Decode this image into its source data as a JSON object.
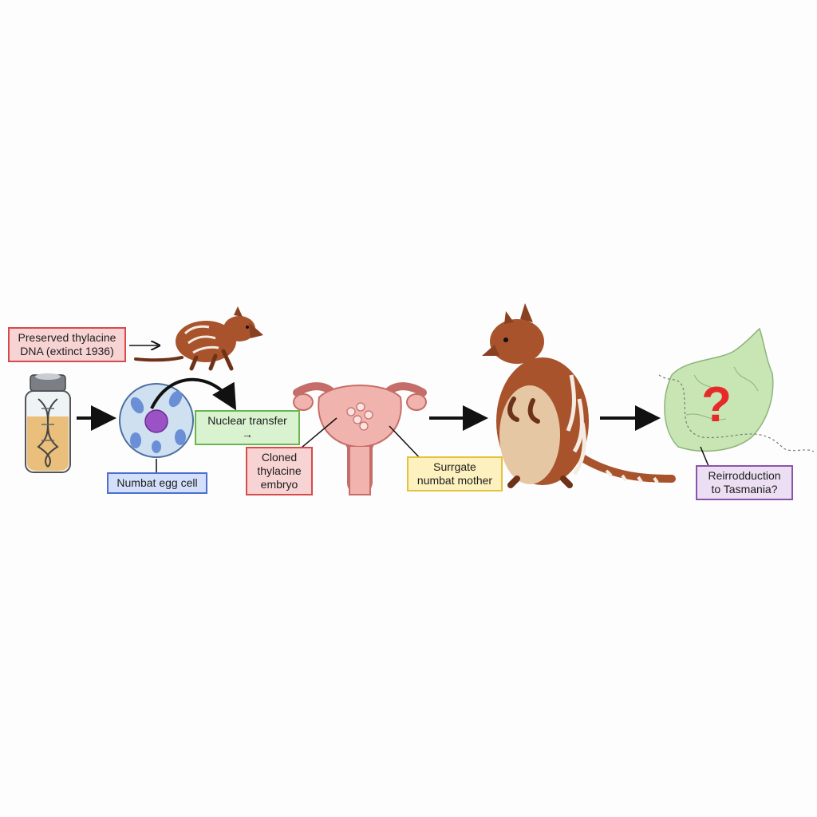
{
  "labels": {
    "dna": {
      "line1": "Preserved thylacine",
      "line2": "DNA (extinct 1936)",
      "bg": "#f8d3d3",
      "border": "#d64b4b"
    },
    "egg": {
      "text": "Numbat egg cell",
      "bg": "#d4e0fb",
      "border": "#4a6fd1"
    },
    "nuclear": {
      "text": "Nuclear transfer →",
      "bg": "#d9f2cf",
      "border": "#6ab54f"
    },
    "embryo": {
      "line1": "Cloned",
      "line2": "thylacine",
      "line3": "embryo",
      "bg": "#f8d3d3",
      "border": "#d64b4b"
    },
    "surrogate": {
      "line1": "Surrgate",
      "line2": "numbat mother",
      "bg": "#fdf1bf",
      "border": "#e3c23d"
    },
    "reintro": {
      "line1": "Reirrodduction",
      "line2": "to Tasmania?",
      "bg": "#ecdff3",
      "border": "#8a55a8"
    }
  },
  "question_mark": "?",
  "colors": {
    "arrow": "#111111",
    "fur": "#a8532c",
    "fur_dark": "#6e3218",
    "belly": "#e6c7a4",
    "stripe": "#f4ece2",
    "liquid": "#e9bf7b",
    "cap": "#7b7f85",
    "cell": "#cfe0f0",
    "nucleus": "#9a52c4",
    "uterus": "#f1b3ad",
    "uterus_line": "#c56d68",
    "map": "#c8e6b3",
    "map_line": "#8fb37a",
    "question": "#e62a2a"
  }
}
